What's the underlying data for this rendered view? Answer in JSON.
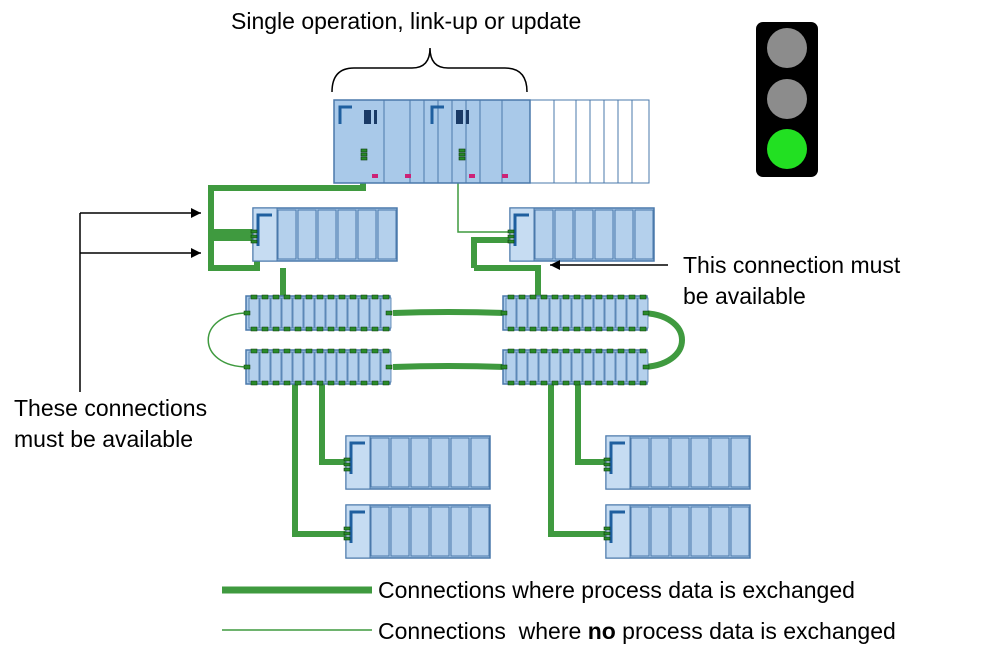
{
  "title": "Single operation, link-up or update",
  "callouts": {
    "right": {
      "line1": "This connection must",
      "line2": "be available"
    },
    "left": {
      "line1": "These connections",
      "line2": "must be available"
    }
  },
  "legend": {
    "thick": {
      "label": "Connections where process data is exchanged"
    },
    "thin": {
      "prefix": "Connections  where ",
      "bold": "no",
      "suffix": " process data is exchanged"
    }
  },
  "traffic_light": {
    "active": "green",
    "lamps": [
      "off",
      "off",
      "green"
    ]
  },
  "colors": {
    "thick_connection": "#3f9a3f",
    "thin_connection": "#3f9a3f",
    "module_fill": "#a9c9e9",
    "module_border": "#4a79ab",
    "lamp_off": "#8c8c8c",
    "lamp_green": "#22e022",
    "led_red": "#cc2277"
  }
}
